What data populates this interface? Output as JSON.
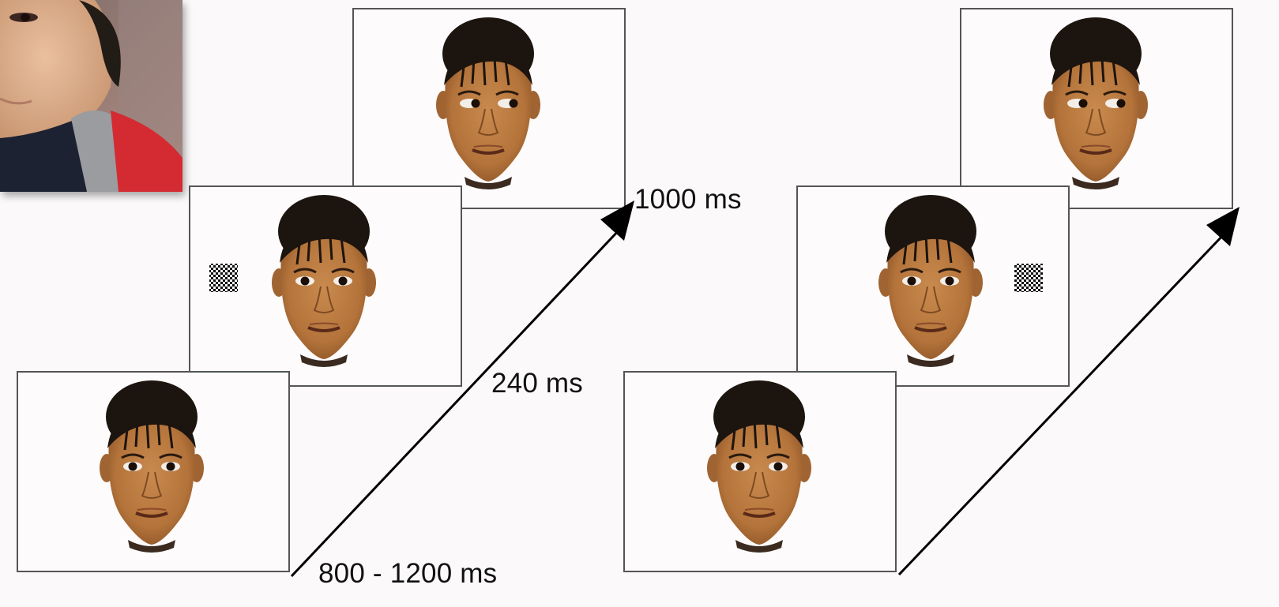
{
  "timings": {
    "fixation": "800 - 1200 ms",
    "cue": "240 ms",
    "target": "1000 ms"
  },
  "sequences": [
    {
      "id": "left-sequence",
      "frames": [
        {
          "stage": "fixation",
          "gaze": "straight",
          "checkerboard": "none"
        },
        {
          "stage": "cue",
          "gaze": "straight",
          "checkerboard": "left"
        },
        {
          "stage": "target",
          "gaze": "averted-right",
          "checkerboard": "none"
        }
      ]
    },
    {
      "id": "right-sequence",
      "frames": [
        {
          "stage": "fixation",
          "gaze": "straight",
          "checkerboard": "none"
        },
        {
          "stage": "cue",
          "gaze": "straight",
          "checkerboard": "right"
        },
        {
          "stage": "target",
          "gaze": "averted-right",
          "checkerboard": "none"
        }
      ]
    }
  ],
  "colors": {
    "background": "#fbf9f9",
    "frame_fill": "#fdfbfb",
    "frame_border": "#555555",
    "skin": "#b9793f",
    "skin_shadow": "#8e5528",
    "hair": "#1c140f",
    "arrow": "#000000"
  },
  "icons": {
    "inset_photo": "portrait-photo-icon",
    "checkerboard": "checkerboard-icon",
    "arrow": "time-arrow-icon"
  }
}
